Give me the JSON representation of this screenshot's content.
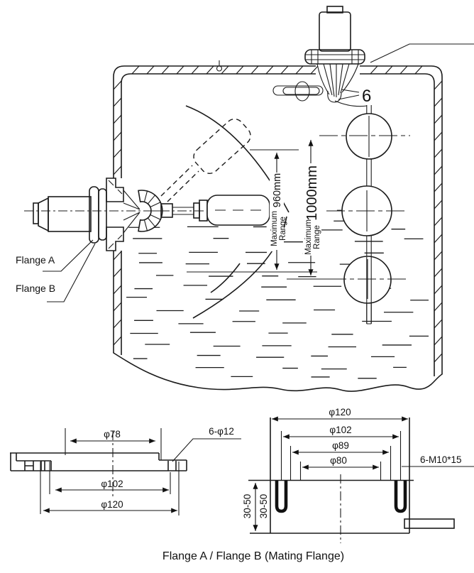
{
  "figure": {
    "caption": "Flange A / Flange B (Mating Flange)"
  },
  "tank": {
    "part_number_label": "6",
    "flange_a": "Flange A",
    "flange_b": "Flange B",
    "dims": {
      "range_960": {
        "value": "960mm",
        "word1": "Maximum",
        "word2": "Range"
      },
      "range_1000": {
        "value": "1000mm",
        "word1": "Maximum",
        "word2": "Range"
      }
    }
  },
  "flange_left_view": {
    "dia_top": "φ78",
    "dia_mid": "φ102",
    "dia_bottom": "φ120",
    "bolt_holes": "6-φ12"
  },
  "flange_right_view": {
    "dia_1": "φ120",
    "dia_2": "φ102",
    "dia_3": "φ89",
    "dia_4": "φ80",
    "thread": "6-M10*15",
    "depth_a": "30-50",
    "depth_b": "30-50"
  },
  "colors": {
    "line": "#1b1b1b",
    "background": "#ffffff"
  }
}
